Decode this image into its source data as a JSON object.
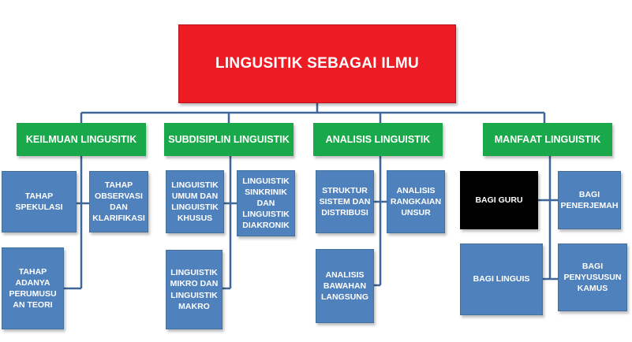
{
  "diagram": {
    "root": {
      "label": "LINGUSITIK SEBAGAI ILMU"
    },
    "categories": [
      {
        "label": "KEILMUAN LINGUSITIK",
        "items": [
          {
            "label": "TAHAP\nSPEKULASI"
          },
          {
            "label": "TAHAP\nOBSERVASI\nDAN\nKLARIFIKASI"
          },
          {
            "label": "TAHAP\nADANYA\nPERUMUSU\nAN TEORI"
          }
        ]
      },
      {
        "label": "SUBDISIPLIN LINGUISTIK",
        "items": [
          {
            "label": "LINGUISTIK\nUMUM DAN\nLINGUISTIK\nKHUSUS"
          },
          {
            "label": "LINGUISTIK\nSINKRINIK\nDAN\nLINGUISTIK\nDIAKRONIK"
          },
          {
            "label": "LINGUISTIK\nMIKRO DAN\nLINGUISTIK\nMAKRO"
          }
        ]
      },
      {
        "label": "ANALISIS LINGUISTIK",
        "items": [
          {
            "label": "STRUKTUR\nSISTEM DAN\nDISTRIBUSI"
          },
          {
            "label": "ANALISIS\nRANGKAIAN\nUNSUR"
          },
          {
            "label": "ANALISIS\nBAWAHAN\nLANGSUNG"
          }
        ]
      },
      {
        "label": "MANFAAT LINGUISTIK",
        "items": [
          {
            "label": "BAGI GURU"
          },
          {
            "label": "BAGI\nPENERJEMAH"
          },
          {
            "label": "BAGI LINGUIS"
          },
          {
            "label": "BAGI\nPENYUSUSUN\nKAMUS"
          }
        ]
      }
    ],
    "colors": {
      "root": "#ed1c24",
      "category": "#19a94b",
      "leaf": "#4f81bd",
      "highlight_leaf": "#000000",
      "connector": "#3f6797"
    }
  }
}
